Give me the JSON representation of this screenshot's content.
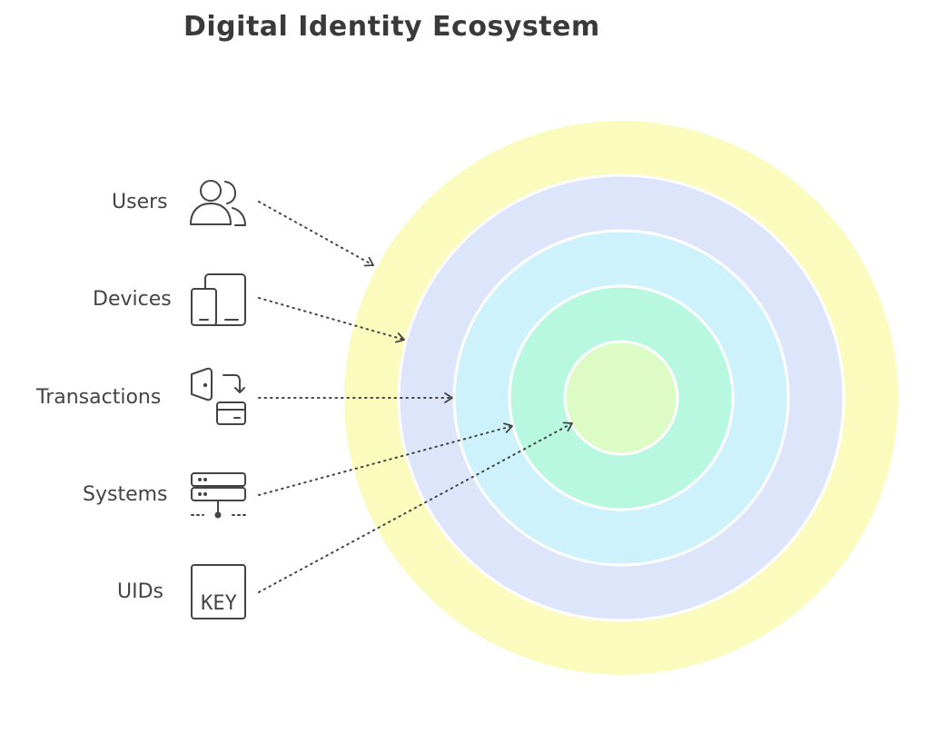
{
  "title": "Digital Identity Ecosystem",
  "colors": {
    "ring_outer": "#fbfbbe",
    "ring_2": "#dde5fb",
    "ring_3": "#cdf2fb",
    "ring_4": "#b9f8e0",
    "ring_inner": "#ddfcc5",
    "ink": "#444444"
  },
  "layers": [
    {
      "label": "Users",
      "icon": "users-icon"
    },
    {
      "label": "Devices",
      "icon": "devices-icon"
    },
    {
      "label": "Transactions",
      "icon": "transactions-icon"
    },
    {
      "label": "Systems",
      "icon": "systems-icon"
    },
    {
      "label": "UIDs",
      "icon": "key-icon",
      "icon_text": "KEY"
    }
  ]
}
